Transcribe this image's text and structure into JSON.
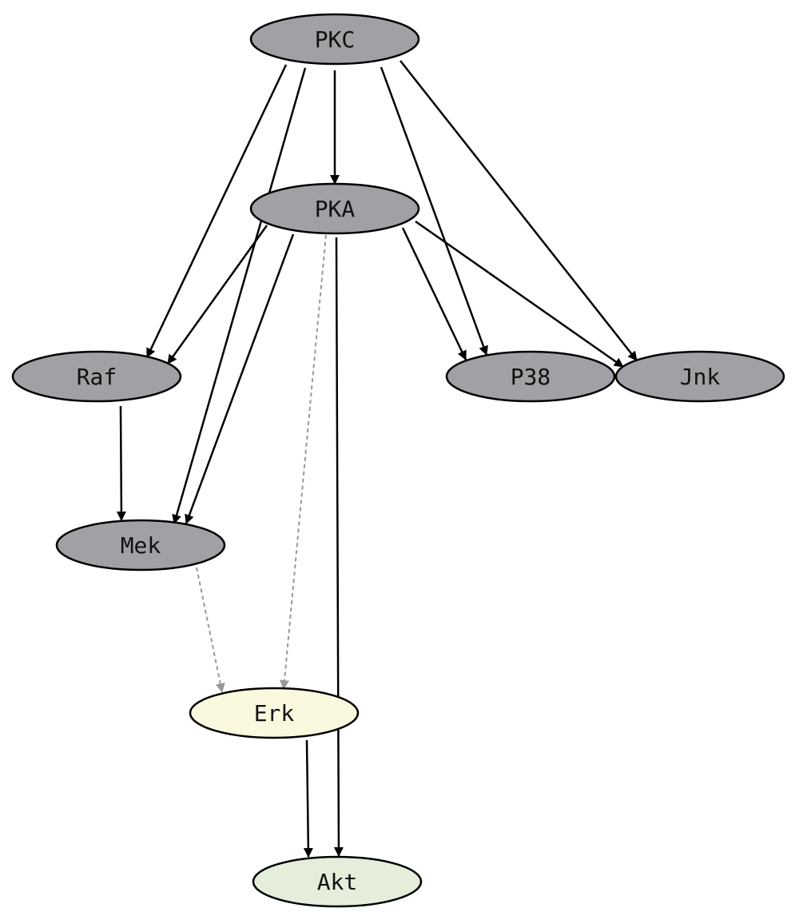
{
  "colors": {
    "node_default": "#a0a1a5",
    "node_erk": "#faf8df",
    "node_akt": "#e4eedb",
    "edge_solid": "#000000",
    "edge_dashed": "#999999",
    "node_stroke": "#000000"
  },
  "nodes": [
    {
      "id": "pkc",
      "label": "PKC",
      "fill": "node_default"
    },
    {
      "id": "pka",
      "label": "PKA",
      "fill": "node_default"
    },
    {
      "id": "raf",
      "label": "Raf",
      "fill": "node_default"
    },
    {
      "id": "p38",
      "label": "P38",
      "fill": "node_default"
    },
    {
      "id": "jnk",
      "label": "Jnk",
      "fill": "node_default"
    },
    {
      "id": "mek",
      "label": "Mek",
      "fill": "node_default"
    },
    {
      "id": "erk",
      "label": "Erk",
      "fill": "node_erk"
    },
    {
      "id": "akt",
      "label": "Akt",
      "fill": "node_akt"
    }
  ],
  "edges": [
    {
      "from": "pkc",
      "to": "pka",
      "style": "solid"
    },
    {
      "from": "pkc",
      "to": "raf",
      "style": "solid"
    },
    {
      "from": "pkc",
      "to": "mek",
      "style": "solid"
    },
    {
      "from": "pkc",
      "to": "p38",
      "style": "solid"
    },
    {
      "from": "pkc",
      "to": "jnk",
      "style": "solid"
    },
    {
      "from": "pka",
      "to": "raf",
      "style": "solid"
    },
    {
      "from": "pka",
      "to": "mek",
      "style": "solid"
    },
    {
      "from": "pka",
      "to": "erk",
      "style": "dashed"
    },
    {
      "from": "pka",
      "to": "akt",
      "style": "solid"
    },
    {
      "from": "pka",
      "to": "p38",
      "style": "solid"
    },
    {
      "from": "pka",
      "to": "jnk",
      "style": "solid"
    },
    {
      "from": "raf",
      "to": "mek",
      "style": "solid"
    },
    {
      "from": "mek",
      "to": "erk",
      "style": "dashed"
    },
    {
      "from": "erk",
      "to": "akt",
      "style": "solid"
    }
  ]
}
